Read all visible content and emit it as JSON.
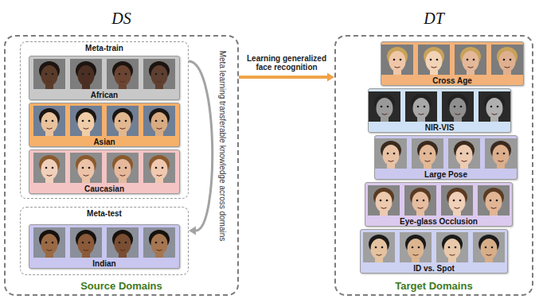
{
  "diagram": {
    "nodes": [
      {
        "text": [
          "DS",
          "Source Domains"
        ]
      },
      {
        "text": [
          "Meta-train"
        ],
        "in": 0
      },
      {
        "text": [
          "African"
        ],
        "in": 1
      },
      {
        "text": [
          "Asian"
        ],
        "in": 1
      },
      {
        "text": [
          "Caucasian"
        ],
        "in": 1
      },
      {
        "text": [
          "Meta-test"
        ],
        "in": 0
      },
      {
        "text": [
          "Indian"
        ],
        "in": 5
      },
      {
        "text": [
          "DT",
          "Target Domains"
        ]
      },
      {
        "text": [
          "Cross Age"
        ],
        "in": 7
      },
      {
        "text": [
          "NIR-VIS"
        ],
        "in": 7
      },
      {
        "text": [
          "Large Pose"
        ],
        "in": 7
      },
      {
        "text": [
          "Eye-glass Occlusion"
        ],
        "in": 7
      },
      {
        "text": [
          "ID vs. Spot"
        ],
        "in": 7
      }
    ],
    "edges": [
      {
        "from": 1,
        "to": 5,
        "label": "Meta learning transferable knowledge across domains",
        "arrow": "to"
      },
      {
        "from": 0,
        "to": 7,
        "label": "Learning generalized face recognition",
        "arrow": "to"
      }
    ]
  }
}
